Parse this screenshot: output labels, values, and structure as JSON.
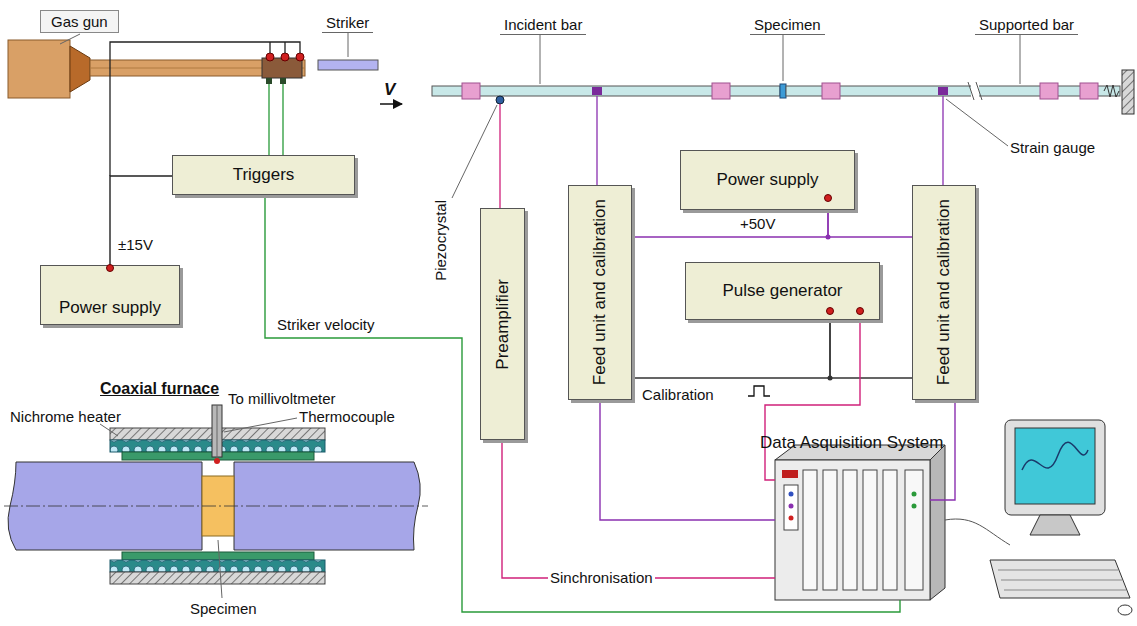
{
  "diagram": {
    "nodes": [
      {
        "text": [
          "Triggers"
        ]
      },
      {
        "text": [
          "Power supply"
        ]
      },
      {
        "text": [
          "Preamplifier"
        ]
      },
      {
        "text": [
          "Feed unit and calibration"
        ]
      },
      {
        "text": [
          "Power supply"
        ]
      },
      {
        "text": [
          "Pulse generator"
        ]
      },
      {
        "text": [
          "Feed unit and calibration"
        ]
      },
      {
        "text": [
          "Data Asquisition System"
        ]
      }
    ],
    "edges": [
      {
        "from": 0,
        "to": 7,
        "arrow": "none",
        "label": "Striker velocity"
      },
      {
        "from": 1,
        "to": 0,
        "arrow": "none",
        "label": "±15V"
      },
      {
        "from": 2,
        "to": 7,
        "arrow": "none",
        "label": "Sinchronisation"
      },
      {
        "from": 3,
        "to": 7,
        "arrow": "none"
      },
      {
        "from": 6,
        "to": 7,
        "arrow": "none"
      },
      {
        "from": 4,
        "to": 3,
        "arrow": "none",
        "label": "+50V"
      },
      {
        "from": 4,
        "to": 6,
        "arrow": "none"
      },
      {
        "from": 5,
        "to": 3,
        "arrow": "none",
        "label": "Calibration"
      },
      {
        "from": 5,
        "to": 6,
        "arrow": "none"
      },
      {
        "from": 5,
        "to": 7,
        "arrow": "none"
      }
    ],
    "labels": [
      "Gas gun",
      "Striker",
      "V",
      "Incident bar",
      "Specimen",
      "Supported bar",
      "Piezocrystal",
      "Strain gauge",
      "Coaxial furnace",
      "Nichrome heater",
      "To millivoltmeter",
      "Thermocouple",
      "Specimen"
    ]
  }
}
